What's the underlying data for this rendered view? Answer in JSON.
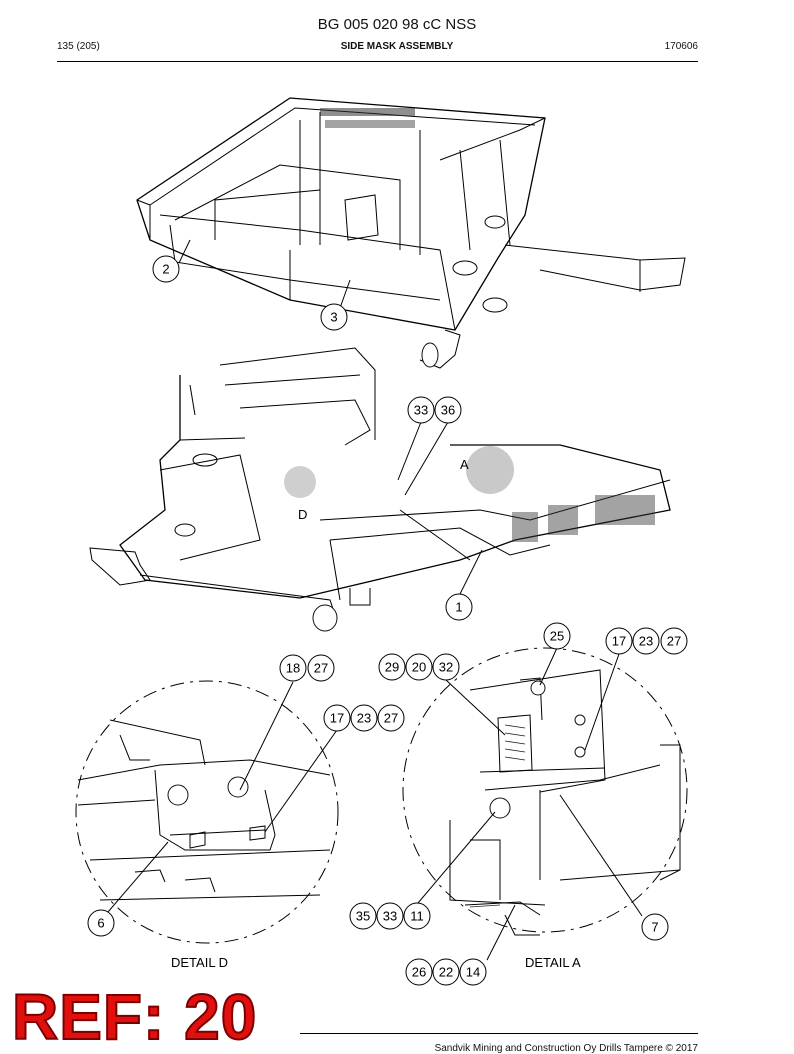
{
  "header": {
    "doc_title": "BG 005 020 98 cC NSS",
    "page_number": "135 (205)",
    "section_title": "SIDE MASK ASSEMBLY",
    "date_code": "170606"
  },
  "callouts": [
    "2",
    "3",
    "33",
    "36",
    "1",
    "25",
    "17",
    "23",
    "27",
    "18",
    "27",
    "29",
    "20",
    "32",
    "17",
    "23",
    "27",
    "6",
    "35",
    "33",
    "11",
    "7",
    "26",
    "22",
    "14"
  ],
  "view_labels": {
    "a": "A",
    "d": "D",
    "detail_d": "DETAIL D",
    "detail_a": "DETAIL A"
  },
  "stamp": "REF: 20",
  "footer": {
    "copyright": "Sandvik Mining and Construction Oy Drills Tampere © 2017"
  }
}
